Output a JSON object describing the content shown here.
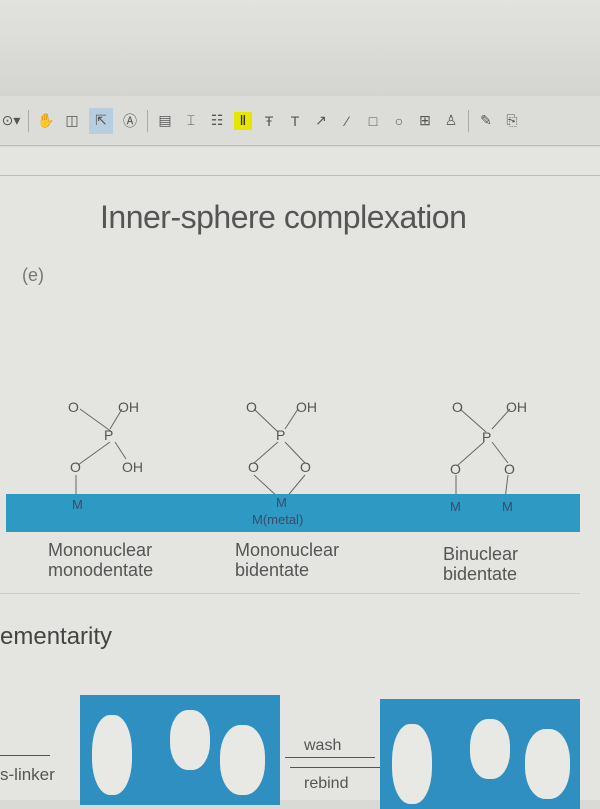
{
  "toolbar": {
    "icons": [
      "zoom-dropdown-icon",
      "hand-icon",
      "snapshot-icon",
      "select-icon",
      "find-icon",
      "comment-icon",
      "text-box-icon",
      "note-icon",
      "highlight-icon",
      "strikethrough-icon",
      "underline-icon",
      "arrow-icon",
      "line-icon",
      "rectangle-icon",
      "oval-icon",
      "stamp-icon",
      "signature-icon",
      "edit-icon",
      "attach-icon"
    ]
  },
  "document": {
    "title": "Inner-sphere complexation",
    "panel_label": "(e)",
    "structures": [
      {
        "top_left": "O",
        "top_right": "OH",
        "center": "P",
        "bottom_left": "O",
        "bottom_right": "OH",
        "metals": [
          "M"
        ],
        "caption_1": "Mononuclear",
        "caption_2": "monodentate"
      },
      {
        "top_left": "O",
        "top_right": "OH",
        "center": "P",
        "bottom_left": "O",
        "bottom_right": "O",
        "metals": [
          "M"
        ],
        "caption_1": "Mononuclear",
        "caption_2": "bidentate"
      },
      {
        "top_left": "O",
        "top_right": "OH",
        "center": "P",
        "bottom_left": "O",
        "bottom_right": "O",
        "metals": [
          "M",
          "M"
        ],
        "caption_1": "Binuclear",
        "caption_2": "bidentate"
      }
    ],
    "metal_label": "M(metal)",
    "section_heading": "ementarity",
    "left_label": "s-linker",
    "wash_label": "wash",
    "rebind_label": "rebind"
  }
}
